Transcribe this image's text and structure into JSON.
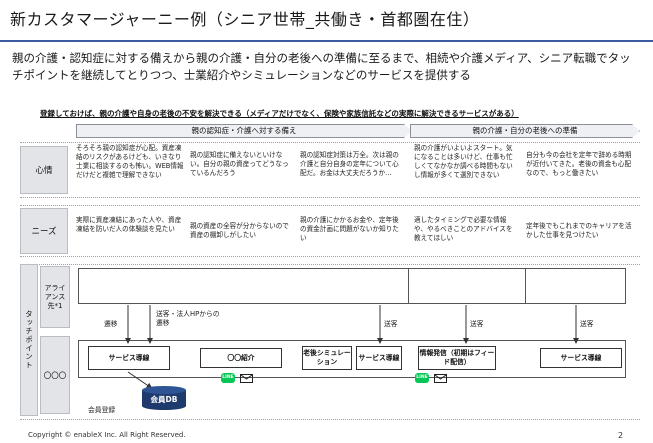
{
  "title": "新カスタマージャーニー例（シニア世帯_共働き・首都圏在住）",
  "lead": "親の介護・認知症に対する備えから親の介護・自分の老後への準備に至るまで、相続や介護メディア、シニア転職でタッチポイントを継続してとりつつ、士業紹介やシミュレーションなどのサービスを提供する",
  "underline_heading": "登録しておけば、親の介護や自身の老後の不安を解決できる（メディアだけでなく、保険や家族信託などの実際に解決できるサービスがある）",
  "phases": [
    "親の認知症・介護へ対する備え",
    "親の介護・自分の老後への準備"
  ],
  "rows": {
    "mindset_label": "心情",
    "needs_label": "ニーズ",
    "touchpoint_label": "タッチポイント",
    "alliance_label": "アライアンス先*1",
    "ooo_label": "〇〇〇"
  },
  "mindset": [
    "そろそろ親の認知症が心配。資産凍結のリスクがあるけども、いきなり士業に相談するのも怖い。WEB情報だけだと複雑で理解できない",
    "親の認知症に備えないといけない。自分の親の資産ってどうなっているんだろう",
    "親の認知症対策は万全。次は親の介護と自分自身の定年について心配だ。お金は大丈夫だろうか…",
    "親の介護がいよいよスタート。気になることは多いけど、仕事も忙しくてなかなか調べる時間もないし情報が多くて選別できない",
    "自分も今の会社を定年で辞める時期が近付いてきた。老後の資金も心配なので、もっと働きたい"
  ],
  "needs": [
    "実際に資産凍結にあった人や、資産凍結を防いだ人の体験談を見たい",
    "親の資産の全容が分からないので資産の棚卸しがしたい",
    "親の介護にかかるお金や、定年後の資金計画に問題がないか知りたい",
    "適したタイミングで必要な情報や、やるべきことのアドバイスを教えてほしい",
    "定年後でもこれまでのキャリアを活かした仕事を見つけたい"
  ],
  "arrows": {
    "transfer": "遷移",
    "customer_referral": "送客・法人HPからの遷移",
    "send1": "送客",
    "send2": "送客",
    "send3": "送客"
  },
  "services": {
    "service_guide_1": "サービス導線",
    "intro": "〇〇紹介",
    "retirement_sim": "老後シミュレーション",
    "service_guide_2": "サービス導線",
    "info_feed": "情報発信（初期はフィード配信）",
    "service_guide_3": "サービス導線"
  },
  "member_db": "会員DB",
  "member_registration": "会員登録",
  "line_badge": "LINE",
  "footer": "Copyright © enableX Inc. All Right Reserved.",
  "page_number": "2",
  "colors": {
    "accent": "#3a5ba0",
    "line_green": "#06c755",
    "db_navy": "#1f3b6e"
  }
}
